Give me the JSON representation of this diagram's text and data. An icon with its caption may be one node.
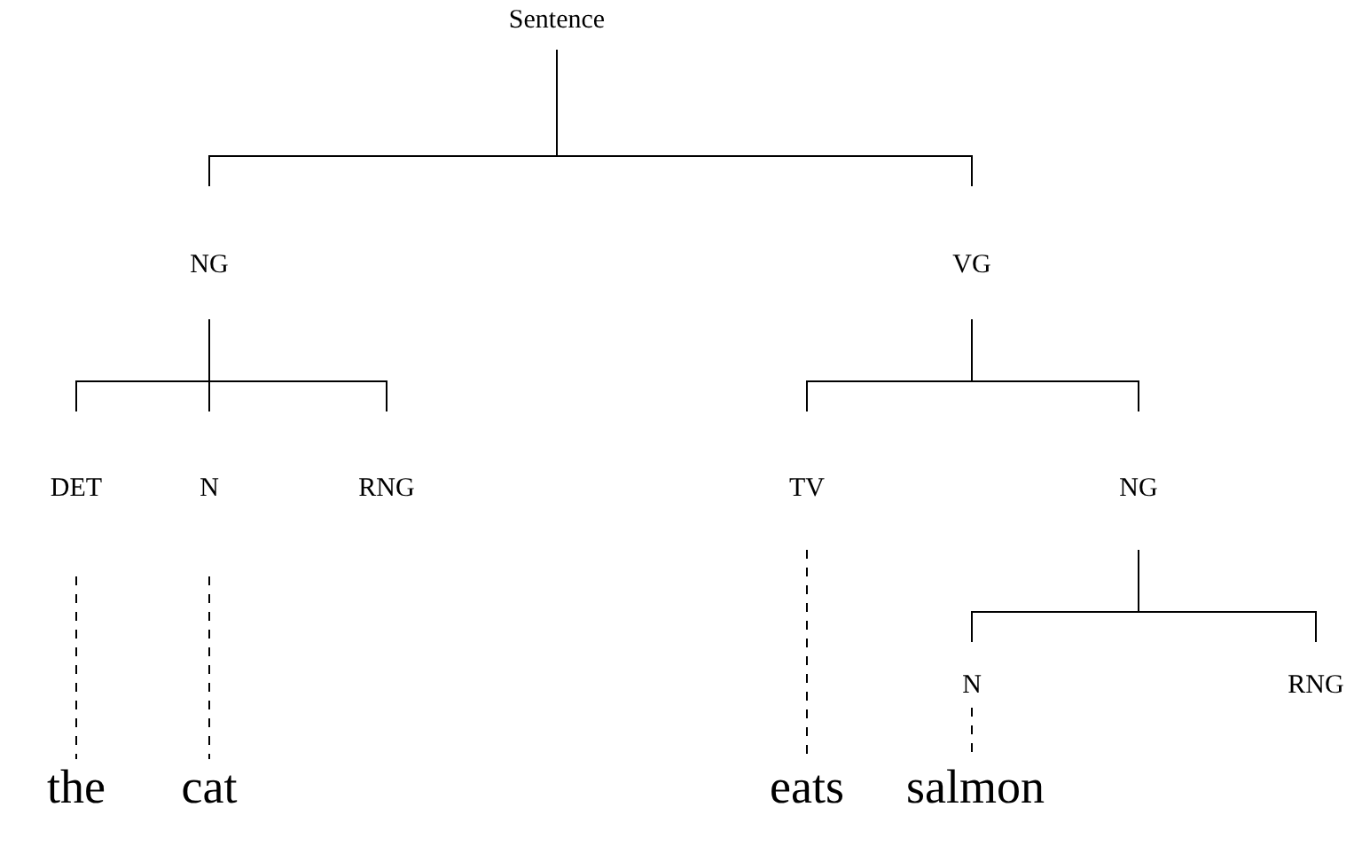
{
  "diagram": {
    "nodes": [
      {
        "text": [
          "Sentence"
        ]
      },
      {
        "text": [
          "NG"
        ]
      },
      {
        "text": [
          "VG"
        ]
      },
      {
        "text": [
          "DET"
        ]
      },
      {
        "text": [
          "N"
        ]
      },
      {
        "text": [
          "RNG"
        ]
      },
      {
        "text": [
          "TV"
        ]
      },
      {
        "text": [
          "NG"
        ]
      },
      {
        "text": [
          "N"
        ]
      },
      {
        "text": [
          "RNG"
        ]
      },
      {
        "text": [
          "the"
        ]
      },
      {
        "text": [
          "cat"
        ]
      },
      {
        "text": [
          "eats"
        ]
      },
      {
        "text": [
          "salmon"
        ]
      }
    ],
    "edges": [
      {
        "from": 0,
        "to": 1,
        "arrow": "none"
      },
      {
        "from": 0,
        "to": 2,
        "arrow": "none"
      },
      {
        "from": 1,
        "to": 3,
        "arrow": "none"
      },
      {
        "from": 1,
        "to": 4,
        "arrow": "none"
      },
      {
        "from": 1,
        "to": 5,
        "arrow": "none"
      },
      {
        "from": 2,
        "to": 6,
        "arrow": "none"
      },
      {
        "from": 2,
        "to": 7,
        "arrow": "none"
      },
      {
        "from": 7,
        "to": 8,
        "arrow": "none"
      },
      {
        "from": 7,
        "to": 9,
        "arrow": "none"
      },
      {
        "from": 3,
        "to": 10,
        "arrow": "none",
        "style": "dashed"
      },
      {
        "from": 4,
        "to": 11,
        "arrow": "none",
        "style": "dashed"
      },
      {
        "from": 6,
        "to": 12,
        "arrow": "none",
        "style": "dashed"
      },
      {
        "from": 8,
        "to": 13,
        "arrow": "none",
        "style": "dashed"
      }
    ]
  }
}
